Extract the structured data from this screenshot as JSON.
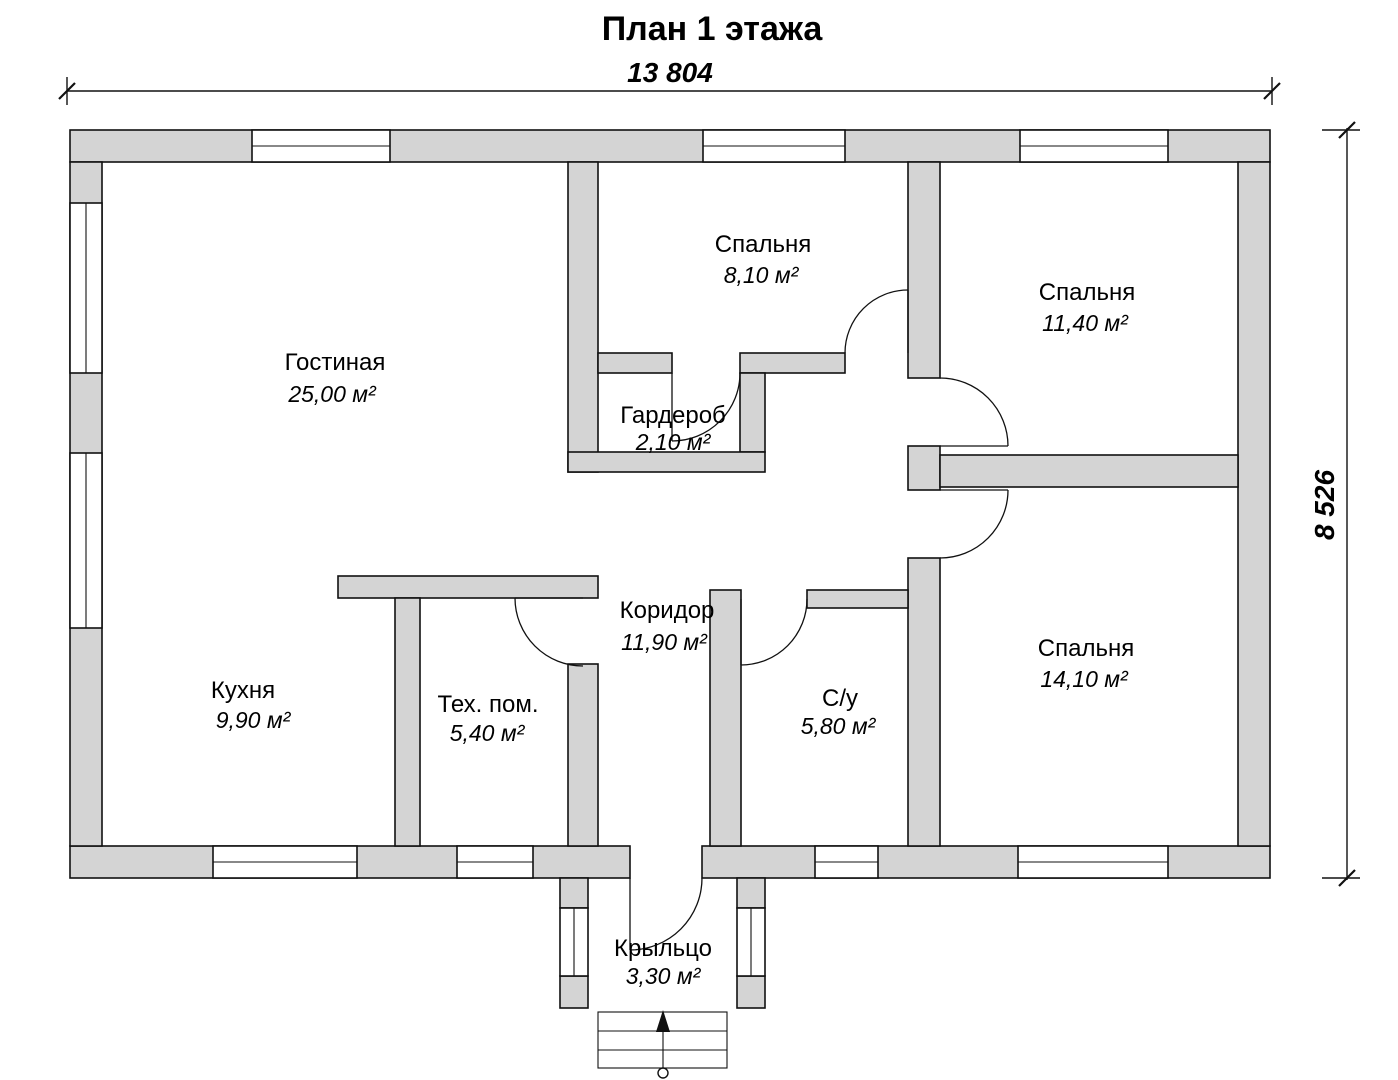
{
  "title": "План 1 этажа",
  "dimensions": {
    "width": "13 804",
    "height": "8 526"
  },
  "rooms": {
    "living": {
      "name": "Гостиная",
      "area": "25,00 м²"
    },
    "bedroom1": {
      "name": "Спальня",
      "area": "8,10 м²"
    },
    "bedroom2": {
      "name": "Спальня",
      "area": "11,40 м²"
    },
    "wardrobe": {
      "name": "Гардероб",
      "area": "2,10 м²"
    },
    "corridor": {
      "name": "Коридор",
      "area": "11,90 м²"
    },
    "kitchen": {
      "name": "Кухня",
      "area": "9,90 м²"
    },
    "tech": {
      "name": "Тех. пом.",
      "area": "5,40 м²"
    },
    "bathroom": {
      "name": "С/у",
      "area": "5,80 м²"
    },
    "bedroom3": {
      "name": "Спальня",
      "area": "14,10 м²"
    },
    "porch": {
      "name": "Крыльцо",
      "area": "3,30 м²"
    }
  },
  "colors": {
    "wall_fill": "#d4d4d4",
    "line": "#111111"
  }
}
